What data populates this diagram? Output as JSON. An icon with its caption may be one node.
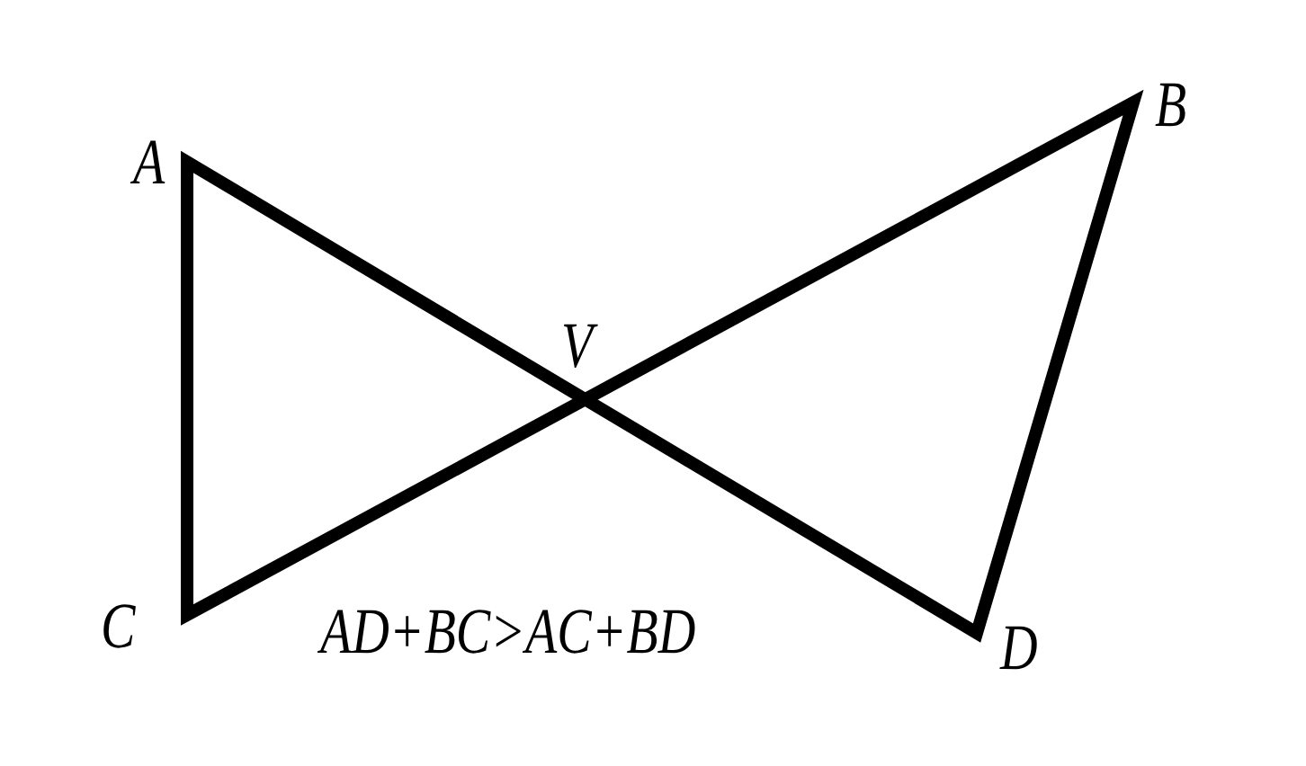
{
  "diagram": {
    "labels": [
      "B",
      "A",
      "V",
      "C",
      "AD+BC>AC+BD",
      "D"
    ]
  }
}
